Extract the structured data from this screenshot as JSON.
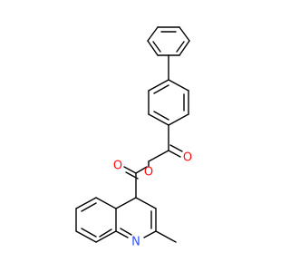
{
  "structure": {
    "atoms": {
      "oxygen_ketone": {
        "label": "O",
        "color": "#ff0d0d"
      },
      "oxygen_ester_single": {
        "label": "O",
        "color": "#ff0d0d"
      },
      "oxygen_ester_carbonyl": {
        "label": "O",
        "color": "#ff0d0d"
      },
      "nitrogen_quinoline": {
        "label": "N",
        "color": "#3050f8"
      }
    },
    "bond_color": "#000000"
  }
}
